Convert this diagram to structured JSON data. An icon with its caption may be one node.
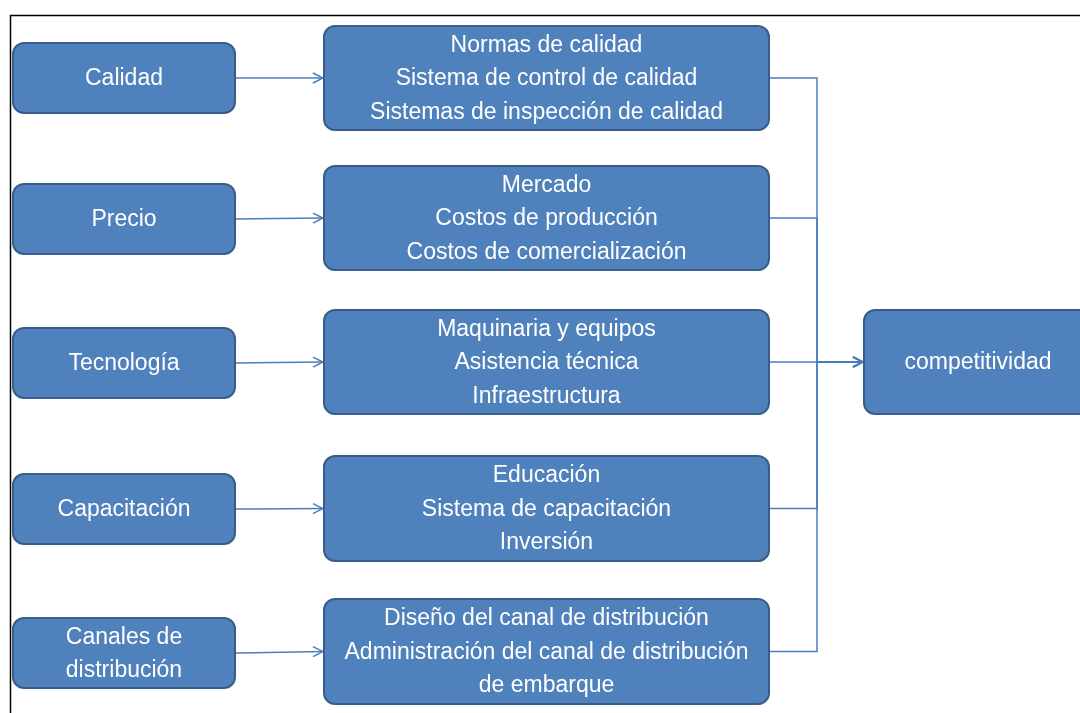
{
  "diagram": {
    "nodes": [
      {
        "text": [
          "Calidad"
        ]
      },
      {
        "text": [
          "Normas de calidad",
          "Sistema de control de calidad",
          "Sistemas de inspección de calidad"
        ]
      },
      {
        "text": [
          "Precio"
        ]
      },
      {
        "text": [
          "Mercado",
          "Costos de producción",
          "Costos de comercialización"
        ]
      },
      {
        "text": [
          "Tecnología"
        ]
      },
      {
        "text": [
          "Maquinaria y equipos",
          "Asistencia técnica",
          "Infraestructura"
        ]
      },
      {
        "text": [
          "competitividad"
        ]
      },
      {
        "text": [
          "Capacitación"
        ]
      },
      {
        "text": [
          "Educación",
          "Sistema de capacitación",
          "Inversión"
        ]
      },
      {
        "text": [
          "Canales de distribución"
        ]
      },
      {
        "text": [
          "Diseño del canal de distribución",
          "Administración del canal de distribución de embarque"
        ]
      }
    ],
    "edges": [
      {
        "from": 0,
        "to": 1,
        "arrow": "to"
      },
      {
        "from": 2,
        "to": 3,
        "arrow": "to"
      },
      {
        "from": 4,
        "to": 5,
        "arrow": "to"
      },
      {
        "from": 7,
        "to": 8,
        "arrow": "to"
      },
      {
        "from": 9,
        "to": 10,
        "arrow": "to"
      },
      {
        "from": 1,
        "to": 6,
        "arrow": "to"
      },
      {
        "from": 3,
        "to": 6,
        "arrow": "to"
      },
      {
        "from": 5,
        "to": 6,
        "arrow": "to"
      },
      {
        "from": 8,
        "to": 6,
        "arrow": "to"
      },
      {
        "from": 10,
        "to": 6,
        "arrow": "to"
      }
    ]
  }
}
